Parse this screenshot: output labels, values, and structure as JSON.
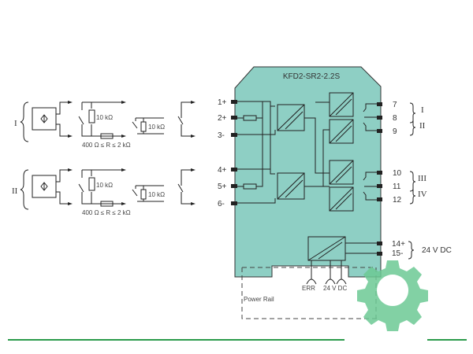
{
  "device": {
    "title": "KFD2-SR2-2.2S",
    "body_color": "#8ecfc4"
  },
  "channels": [
    {
      "id": "I",
      "terminals": [
        "1+",
        "2+",
        "3-"
      ],
      "r1": "10 kΩ",
      "r2": "10 kΩ",
      "range": "400 Ω ≤ R ≤ 2 kΩ"
    },
    {
      "id": "II",
      "terminals": [
        "4+",
        "5+",
        "6-"
      ],
      "r1": "10 kΩ",
      "r2": "10 kΩ",
      "range": "400 Ω ≤ R ≤ 2 kΩ"
    }
  ],
  "outputs": [
    {
      "terminal": "7"
    },
    {
      "terminal": "8"
    },
    {
      "terminal": "9"
    },
    {
      "terminal": "10"
    },
    {
      "terminal": "11"
    },
    {
      "terminal": "12"
    }
  ],
  "output_labels": [
    "I",
    "II",
    "III",
    "IV"
  ],
  "power": {
    "terminals": [
      "14+",
      "15-"
    ],
    "label": "24 V DC"
  },
  "rail": {
    "err": "ERR",
    "dc": "24 V DC",
    "label": "Power Rail"
  },
  "accent_color": "#2a9a4a"
}
